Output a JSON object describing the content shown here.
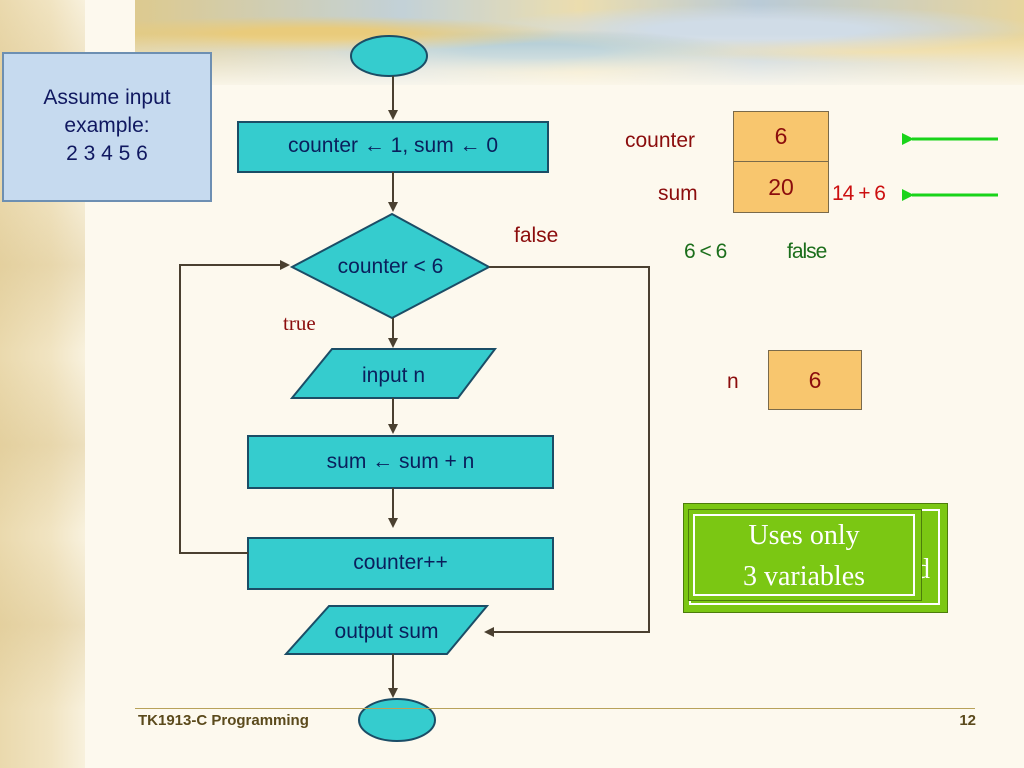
{
  "note": {
    "line1": "Assume input",
    "line2": "example:",
    "line3": "2  3  4  5  6"
  },
  "flowchart": {
    "init": "counter ← 1, sum ← 0",
    "condition": "counter < 6",
    "false_label": "false",
    "true_label": "true",
    "input": "input n",
    "sum_update": "sum ← sum + n",
    "increment": "counter++",
    "output": "output sum"
  },
  "variables": {
    "counter": {
      "label": "counter",
      "value": "6"
    },
    "sum": {
      "label": "sum",
      "value": "20"
    },
    "n": {
      "label": "n",
      "value": "6"
    }
  },
  "trace": {
    "sum_expr": "14 + 6",
    "cond_expr": "6 < 6",
    "cond_result": "false"
  },
  "callout": {
    "line1": "Uses only",
    "line2": "3 variables",
    "hidden_fragment": "d"
  },
  "footer": {
    "course": "TK1913-C Programming",
    "page": "12"
  },
  "colors": {
    "shape_fill": "#35ccce",
    "var_box": "#f8c66e",
    "callout_green": "#7bc713",
    "arrow_green": "#19d419"
  }
}
